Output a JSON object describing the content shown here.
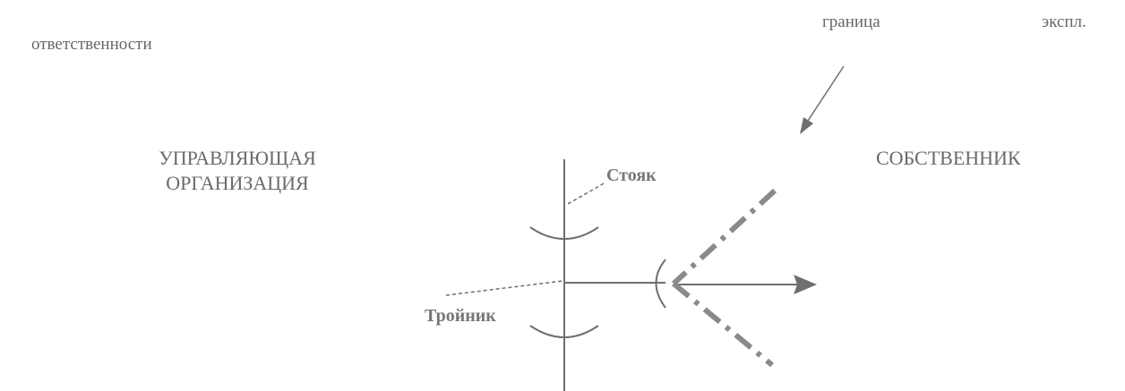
{
  "labels": {
    "responsibility": "ответственности",
    "boundary": "граница",
    "expl": "экспл.",
    "management_line1": "УПРАВЛЯЮЩАЯ",
    "management_line2": "ОРГАНИЗАЦИЯ",
    "owner": "СОБСТВЕННИК",
    "riser": "Стояк",
    "tee": "Тройник"
  },
  "colors": {
    "line": "#6f6f6f",
    "boundary_dash": "#8a8a8a",
    "text": "#666666"
  }
}
